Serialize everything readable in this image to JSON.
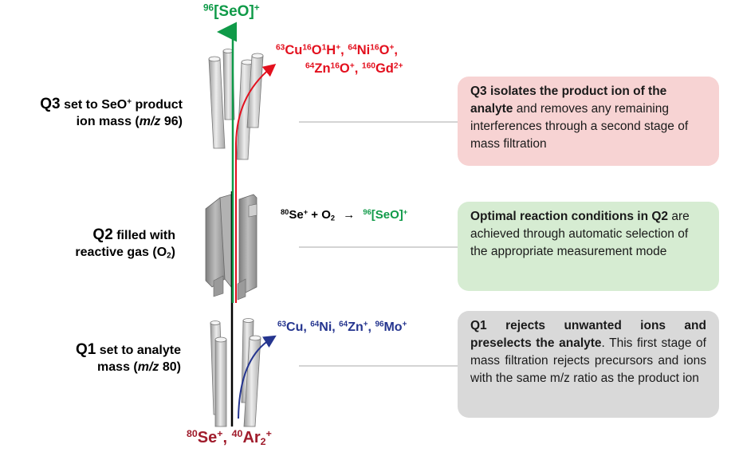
{
  "colors": {
    "product_ion": "#0f9a48",
    "interference": "#e3101e",
    "q1_ions": "#25358f",
    "input_ions": "#a01c2c",
    "box_q3": "#f7d3d3",
    "box_q2": "#d6ecd2",
    "box_q1": "#d9d9d9"
  },
  "top_ion": {
    "mass": "96",
    "formula": "[SeO]",
    "charge": "+"
  },
  "q3_interferences": {
    "line1": [
      {
        "mass1": "63",
        "el1": "Cu",
        "mass2": "16",
        "el2": "O",
        "mass3": "1",
        "el3": "H",
        "charge": "+",
        "sep": ", "
      },
      {
        "mass1": "64",
        "el1": "Ni",
        "mass2": "16",
        "el2": "O",
        "charge": "+",
        "sep": ","
      }
    ],
    "line2": [
      {
        "mass1": "64",
        "el1": "Zn",
        "mass2": "16",
        "el2": "O",
        "charge": "+",
        "sep": ", "
      },
      {
        "mass1": "160",
        "el1": "Gd",
        "charge": "2+"
      }
    ]
  },
  "reaction": {
    "reactant_mass": "80",
    "reactant": "Se",
    "reactant_charge": "+",
    "plus": " + O",
    "o2_sub": "2",
    "arrow": "→",
    "product_mass": "96",
    "product": "[SeO]",
    "product_charge": "+"
  },
  "q1_ions": [
    {
      "mass": "63",
      "el": "Cu",
      "charge": "",
      "sep": ", "
    },
    {
      "mass": "64",
      "el": "Ni",
      "charge": "",
      "sep": ", "
    },
    {
      "mass": "64",
      "el": "Zn",
      "charge": "+",
      "sep": ", "
    },
    {
      "mass": "96",
      "el": "Mo",
      "charge": "+",
      "sep": ""
    }
  ],
  "input_ions": {
    "m1": "80",
    "e1": "Se",
    "c1": "+",
    "sep": ", ",
    "m2": "40",
    "e2": "Ar",
    "sub2": "2",
    "c2": "+"
  },
  "labels": {
    "q3": {
      "q": "Q3",
      "line1": " set to SeO",
      "line1_sup": "+",
      "line1_end": " product",
      "line2_a": "ion mass (",
      "mz": "m/z",
      "line2_b": " 96)"
    },
    "q2": {
      "q": "Q2",
      "line1": " filled with",
      "line2_a": "reactive gas (O",
      "sub": "2",
      "line2_b": ")"
    },
    "q1": {
      "q": "Q1",
      "line1": " set to analyte",
      "line2_a": "mass (",
      "mz": "m/z",
      "line2_b": " 80)"
    }
  },
  "boxes": {
    "q3": {
      "bold": "Q3 isolates the product ion of the analyte",
      "rest": " and removes any remaining interferences through a second stage of mass filtration"
    },
    "q2": {
      "bold": "Optimal reaction conditions in Q2",
      "rest": " are achieved through automatic selection of the appropriate measurement mode"
    },
    "q1": {
      "bold": "Q1 rejects unwanted ions and preselects the analyte",
      "rest": ". This first stage of mass filtration rejects precursors and ions with the same m/z ratio as the product ion"
    }
  }
}
